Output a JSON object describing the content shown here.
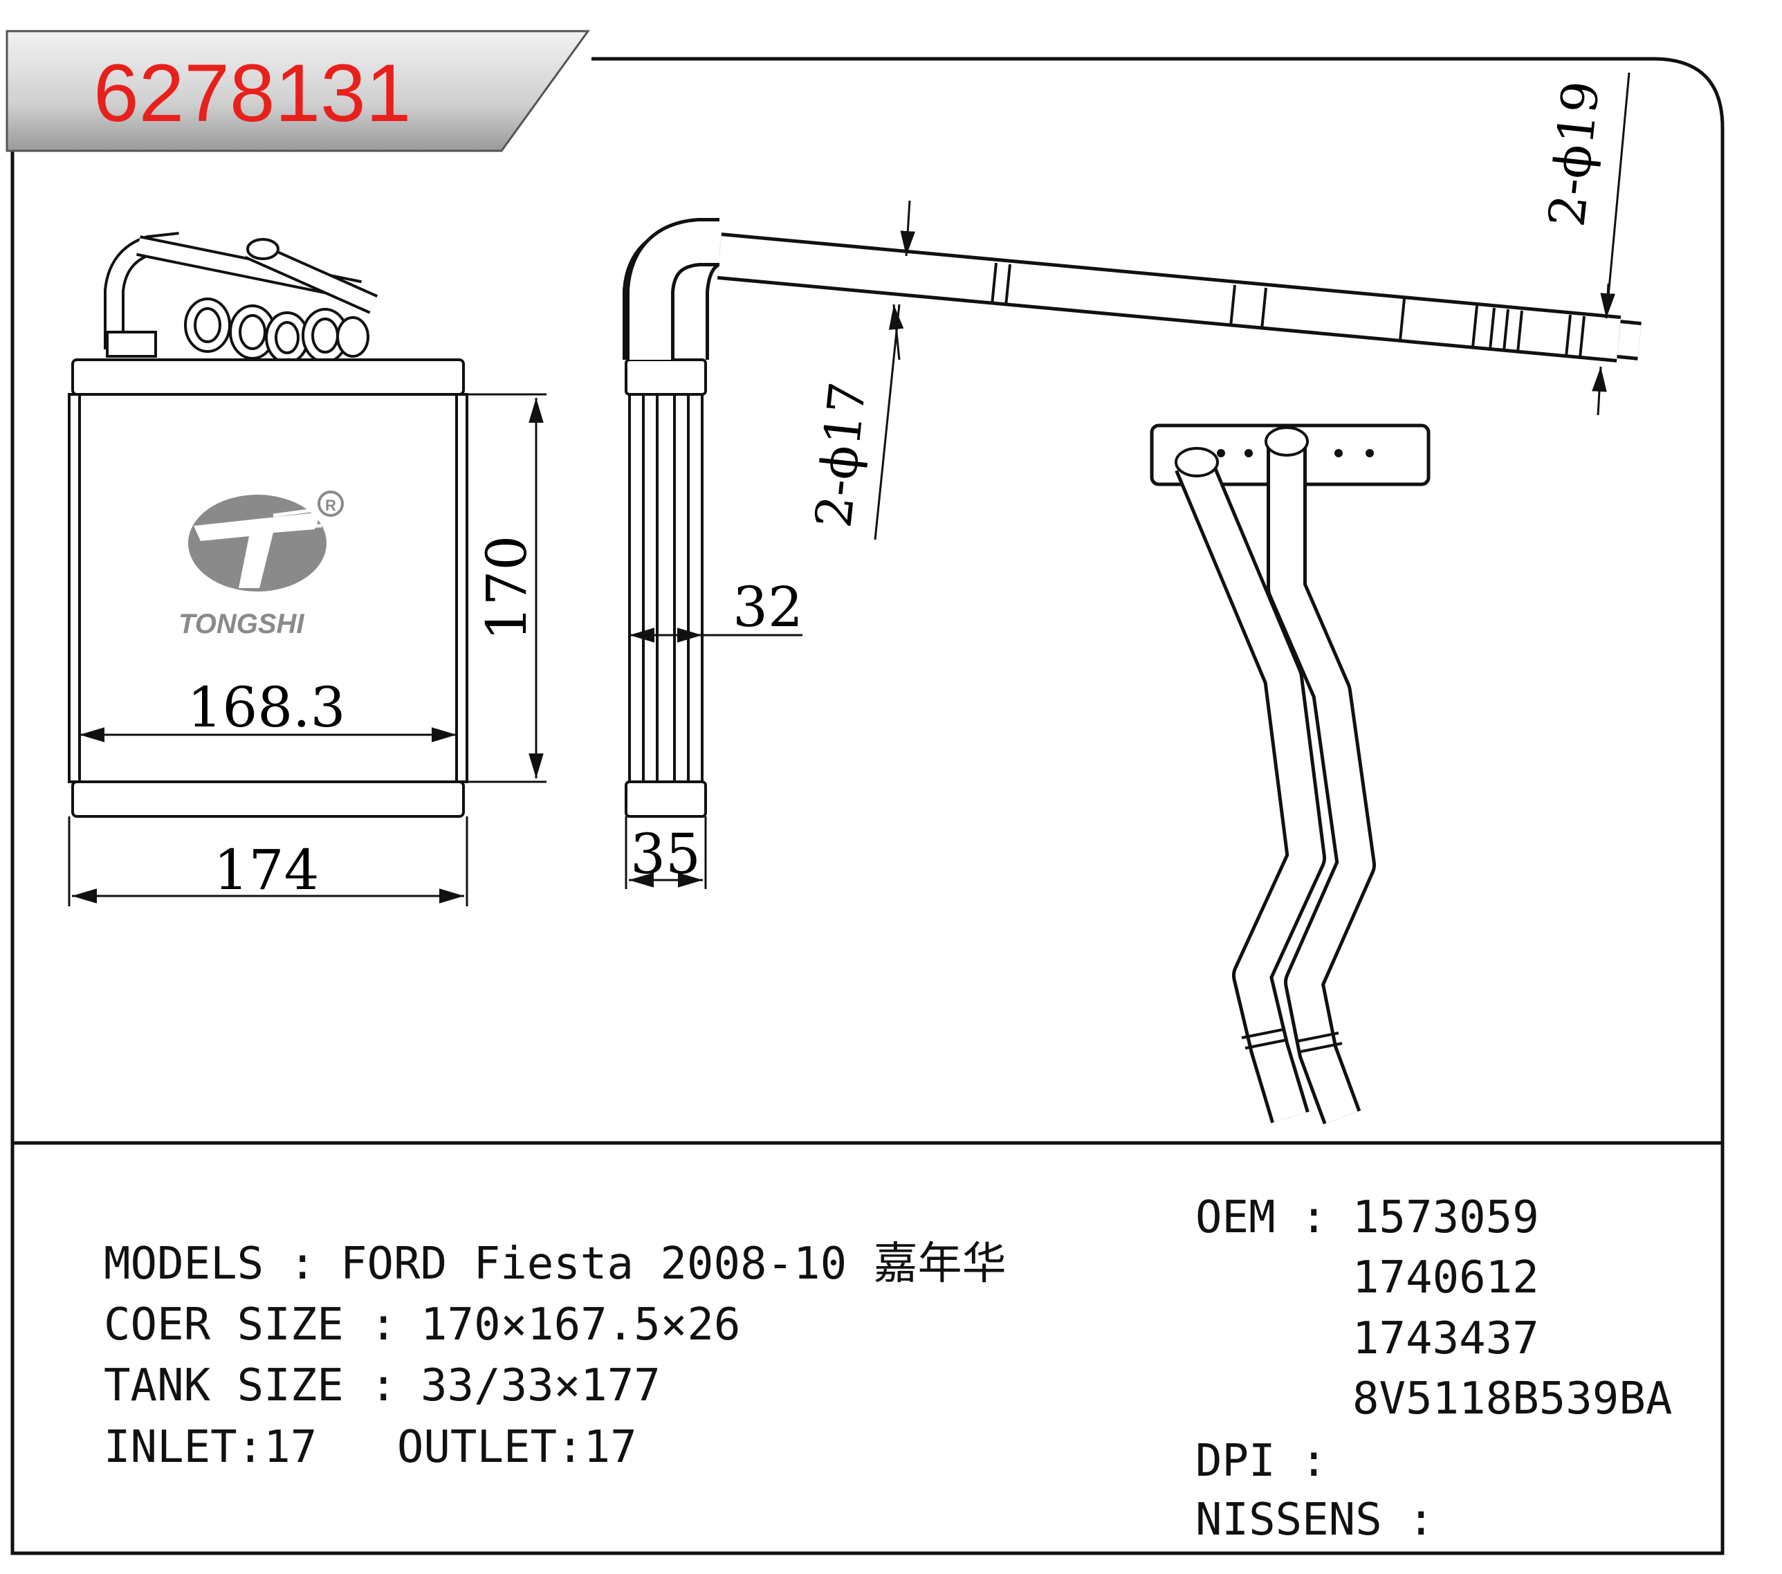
{
  "part_number": "6278131",
  "logo": {
    "brand": "TONGSHI",
    "registered_mark": "R"
  },
  "dimensions": {
    "core_height": "170",
    "core_width": "168.3",
    "overall_width": "174",
    "core_depth": "32",
    "overall_depth": "35",
    "inlet_pipe": "2-ϕ17",
    "outlet_pipe": "2-ϕ19"
  },
  "specs": {
    "models_label": "MODELS",
    "models_value": "FORD Fiesta 2008-10 嘉年华",
    "core_label": "COER SIZE",
    "core_value": "170×167.5×26",
    "tank_label": "TANK SIZE",
    "tank_value": "33/33×177",
    "inlet_outlet": "INLET:17   OUTLET:17"
  },
  "references": {
    "oem_label": "OEM",
    "oem_numbers": [
      "1573059",
      "1740612",
      "1743437",
      "8V5118B539BA"
    ],
    "dpi_label": "DPI",
    "dpi_value": "",
    "nissens_label": "NISSENS",
    "nissens_value": ""
  },
  "colors": {
    "title_red": "#e8201c",
    "banner_gray": "#d4d4d4",
    "line": "#111111",
    "logo_gray": "#8a8a8a"
  }
}
